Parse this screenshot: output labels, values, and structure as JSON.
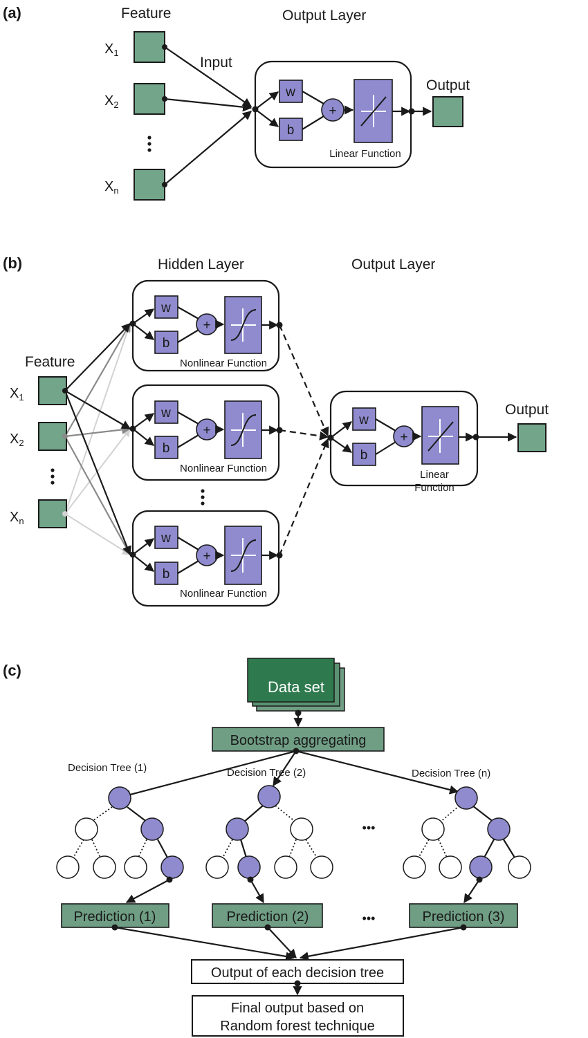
{
  "panel_a": {
    "label": "(a)",
    "feature_title": "Feature",
    "output_layer_title": "Output Layer",
    "x_labels": [
      {
        "base": "X",
        "sub": "1"
      },
      {
        "base": "X",
        "sub": "2"
      },
      {
        "base": "X",
        "sub": "n"
      }
    ],
    "input_label": "Input",
    "w": "w",
    "b": "b",
    "plus": "+",
    "function_label": "Linear Function",
    "output_label": "Output"
  },
  "panel_b": {
    "label": "(b)",
    "hidden_layer_title": "Hidden Layer",
    "output_layer_title": "Output Layer",
    "feature_title": "Feature",
    "x_labels": [
      {
        "base": "X",
        "sub": "1"
      },
      {
        "base": "X",
        "sub": "2"
      },
      {
        "base": "X",
        "sub": "n"
      }
    ],
    "w": "w",
    "b": "b",
    "plus": "+",
    "nonlinear_label": "Nonlinear Function",
    "linear_label_line1": "Linear",
    "linear_label_line2": "Function",
    "output_label": "Output",
    "edge_colors": [
      "#1a1a1a",
      "#8a8a8a",
      "#d2d2d2"
    ]
  },
  "panel_c": {
    "label": "(c)",
    "dataset": "Data set",
    "bootstrap": "Bootstrap aggregating",
    "trees": [
      "Decision Tree (1)",
      "Decision Tree (2)",
      "Decision Tree (n)"
    ],
    "ellipsis": "•••",
    "predictions": [
      "Prediction (1)",
      "Prediction (2)",
      "Prediction (3)"
    ],
    "output_each": "Output of each decision tree",
    "final_line1": "Final output based on",
    "final_line2": "Random forest technique"
  },
  "colors": {
    "feature_green": "#72a58a",
    "block_purple": "#8f8bce",
    "dataset_green": "#2e7a4e"
  }
}
